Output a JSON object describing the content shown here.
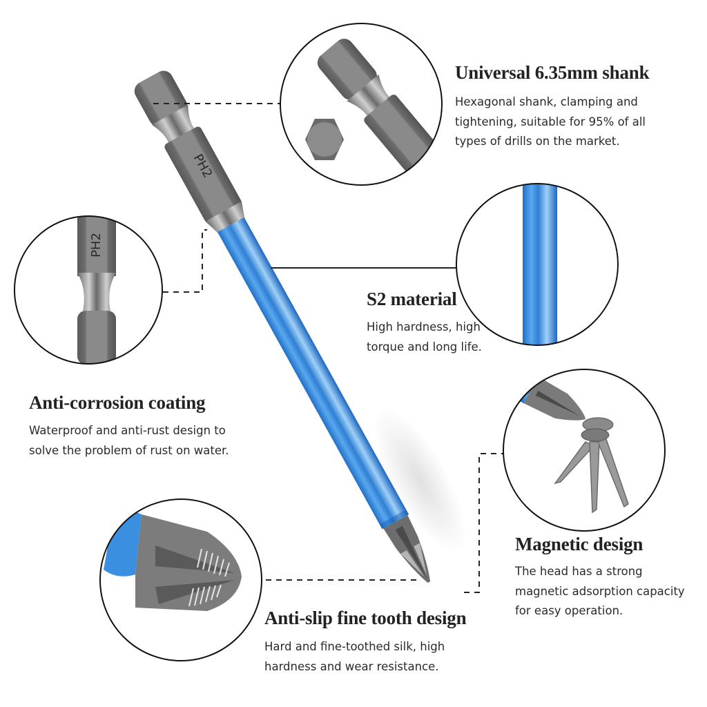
{
  "product": {
    "bit_label": "PH2",
    "colors": {
      "shaft_blue": "#3a8fe0",
      "shaft_blue_dark": "#1f6fc8",
      "shaft_blue_light": "#8fc6f5",
      "metal_gray": "#7a7a7a",
      "metal_dark": "#555555",
      "text": "#222222"
    }
  },
  "features": [
    {
      "title": "Universal 6.35mm shank",
      "lines": [
        "Hexagonal shank, clamping and",
        "tightening, suitable for 95% of all",
        "types of drills on the market."
      ]
    },
    {
      "title": "S2 material",
      "lines": [
        "High hardness, high",
        "torque and long life."
      ]
    },
    {
      "title": "Anti-corrosion coating",
      "lines": [
        "Waterproof and anti-rust design to",
        "solve the problem of rust on water."
      ]
    },
    {
      "title": "Magnetic design",
      "lines": [
        "The head has a strong",
        "magnetic adsorption capacity",
        "for easy operation."
      ]
    },
    {
      "title": "Anti-slip fine tooth design",
      "lines": [
        "Hard and fine-toothed silk, high",
        "hardness and wear resistance."
      ]
    }
  ]
}
